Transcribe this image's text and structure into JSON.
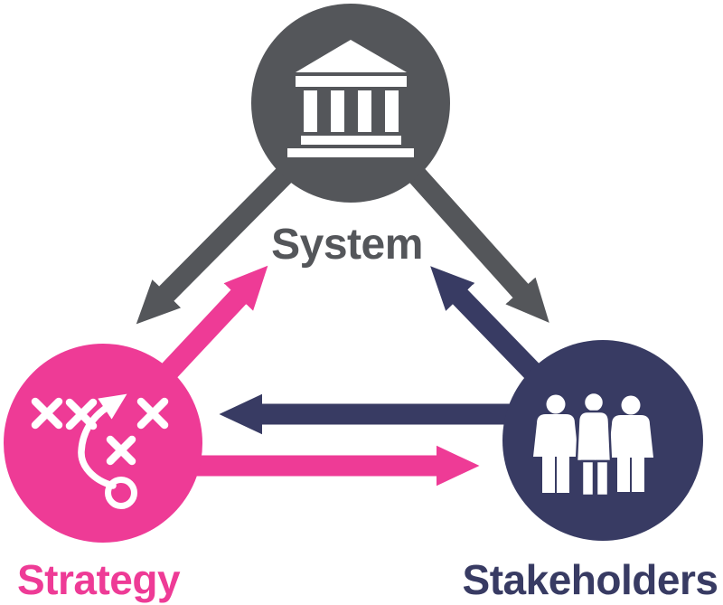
{
  "background": "#ffffff",
  "colors": {
    "system": "#54565a",
    "strategy": "#ee3b96",
    "stakeholders": "#383b63",
    "icons": "#ffffff"
  },
  "nodes": {
    "system": {
      "label": "System",
      "icon": "bank-icon"
    },
    "strategy": {
      "label": "Strategy",
      "icon": "playbook-icon"
    },
    "stakeholders": {
      "label": "Stakeholders",
      "icon": "people-icon"
    }
  },
  "edges": [
    {
      "from": "system",
      "to": "strategy",
      "color_key": "system"
    },
    {
      "from": "system",
      "to": "stakeholders",
      "color_key": "system"
    },
    {
      "from": "strategy",
      "to": "system",
      "color_key": "strategy"
    },
    {
      "from": "stakeholders",
      "to": "system",
      "color_key": "stakeholders"
    },
    {
      "from": "stakeholders",
      "to": "strategy",
      "color_key": "stakeholders"
    },
    {
      "from": "strategy",
      "to": "stakeholders",
      "color_key": "strategy"
    }
  ]
}
